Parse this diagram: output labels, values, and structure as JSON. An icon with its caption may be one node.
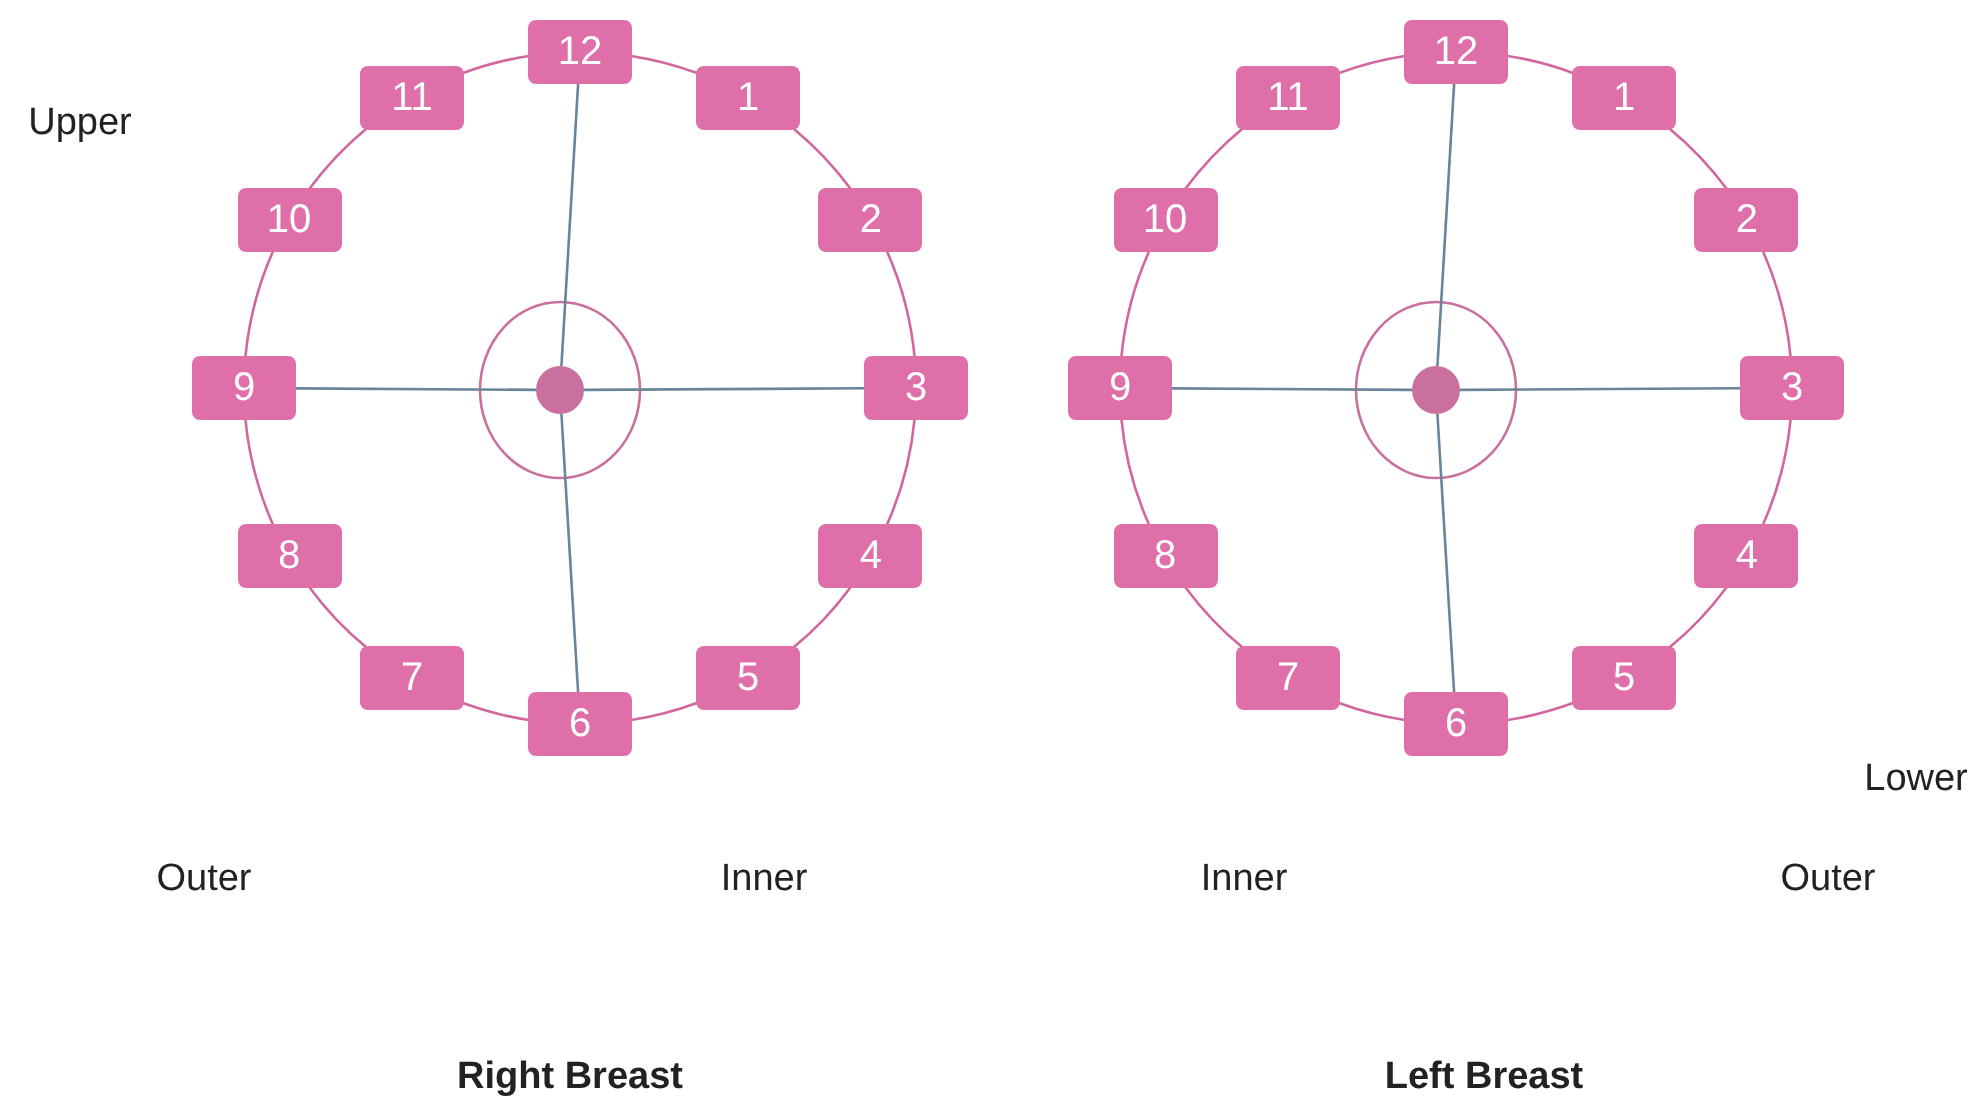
{
  "diagram": {
    "nodes": [
      {
        "text": [
          "12"
        ]
      },
      {
        "text": [
          "1"
        ]
      },
      {
        "text": [
          "2"
        ]
      },
      {
        "text": [
          "3"
        ]
      },
      {
        "text": [
          "4"
        ]
      },
      {
        "text": [
          "5"
        ]
      },
      {
        "text": [
          "6"
        ]
      },
      {
        "text": [
          "7"
        ]
      },
      {
        "text": [
          "8"
        ]
      },
      {
        "text": [
          "9"
        ]
      },
      {
        "text": [
          "10"
        ]
      },
      {
        "text": [
          "11"
        ]
      },
      {
        "text": [],
        "shape": "circle"
      },
      {
        "text": [
          "12"
        ]
      },
      {
        "text": [
          "1"
        ]
      },
      {
        "text": [
          "2"
        ]
      },
      {
        "text": [
          "3"
        ]
      },
      {
        "text": [
          "4"
        ]
      },
      {
        "text": [
          "5"
        ]
      },
      {
        "text": [
          "6"
        ]
      },
      {
        "text": [
          "7"
        ]
      },
      {
        "text": [
          "8"
        ]
      },
      {
        "text": [
          "9"
        ]
      },
      {
        "text": [
          "10"
        ]
      },
      {
        "text": [
          "11"
        ]
      },
      {
        "text": [],
        "shape": "circle"
      }
    ],
    "edges": [
      {
        "from": 12,
        "to": 0,
        "arrow": "none",
        "color": "#6a8499"
      },
      {
        "from": 12,
        "to": 3,
        "arrow": "none",
        "color": "#6a8499"
      },
      {
        "from": 12,
        "to": 6,
        "arrow": "none",
        "color": "#6a8499"
      },
      {
        "from": 12,
        "to": 9,
        "arrow": "none",
        "color": "#6a8499"
      },
      {
        "from": 0,
        "to": 1,
        "arrow": "none"
      },
      {
        "from": 1,
        "to": 2,
        "arrow": "none"
      },
      {
        "from": 2,
        "to": 3,
        "arrow": "none"
      },
      {
        "from": 3,
        "to": 4,
        "arrow": "none"
      },
      {
        "from": 4,
        "to": 5,
        "arrow": "none"
      },
      {
        "from": 5,
        "to": 6,
        "arrow": "none"
      },
      {
        "from": 6,
        "to": 7,
        "arrow": "none"
      },
      {
        "from": 7,
        "to": 8,
        "arrow": "none"
      },
      {
        "from": 8,
        "to": 9,
        "arrow": "none"
      },
      {
        "from": 9,
        "to": 10,
        "arrow": "none"
      },
      {
        "from": 10,
        "to": 11,
        "arrow": "none"
      },
      {
        "from": 11,
        "to": 0,
        "arrow": "none"
      },
      {
        "from": 25,
        "to": 13,
        "arrow": "none",
        "color": "#6a8499"
      },
      {
        "from": 25,
        "to": 16,
        "arrow": "none",
        "color": "#6a8499"
      },
      {
        "from": 25,
        "to": 19,
        "arrow": "none",
        "color": "#6a8499"
      },
      {
        "from": 25,
        "to": 22,
        "arrow": "none",
        "color": "#6a8499"
      },
      {
        "from": 13,
        "to": 14,
        "arrow": "none"
      },
      {
        "from": 14,
        "to": 15,
        "arrow": "none"
      },
      {
        "from": 15,
        "to": 16,
        "arrow": "none"
      },
      {
        "from": 16,
        "to": 17,
        "arrow": "none"
      },
      {
        "from": 17,
        "to": 18,
        "arrow": "none"
      },
      {
        "from": 18,
        "to": 19,
        "arrow": "none"
      },
      {
        "from": 19,
        "to": 20,
        "arrow": "none"
      },
      {
        "from": 20,
        "to": 21,
        "arrow": "none"
      },
      {
        "from": 21,
        "to": 22,
        "arrow": "none"
      },
      {
        "from": 22,
        "to": 23,
        "arrow": "none"
      },
      {
        "from": 23,
        "to": 24,
        "arrow": "none"
      },
      {
        "from": 24,
        "to": 13,
        "arrow": "none"
      }
    ],
    "labels": [
      "Upper",
      "Lower",
      "Outer",
      "Inner",
      "Inner",
      "Outer",
      "Right Breast",
      "Left Breast"
    ]
  }
}
